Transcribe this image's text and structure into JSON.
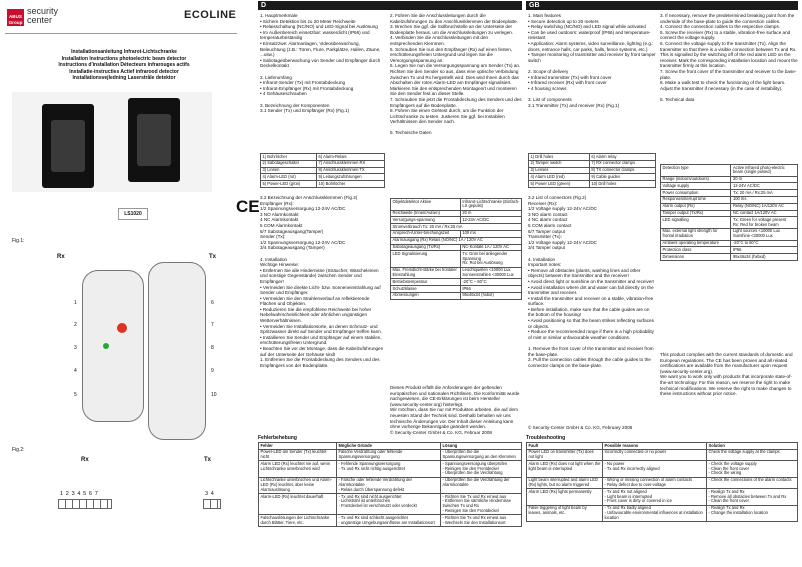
{
  "brand": {
    "logo_lines": "ABUS\nGroup",
    "name_top": "security",
    "name_bottom": "center",
    "ecoline": "ECOLINE"
  },
  "title_lines": "Installationsanleitung Infrarot-Lichtschranke\nInstallation Instructions photoelectric beam detector\nInstructions d'installation Détecteurs infrarouges actifs\nInstallatie-instructies Actief infrarood detector\nInstallationsvejledning Laserstråle detektor",
  "model": "LS1020",
  "ce": "CE",
  "fig1": {
    "label": "Fig.1:",
    "rx": "Rx",
    "tx": "Tx",
    "callouts": [
      "1",
      "2",
      "3",
      "4",
      "5",
      "6",
      "7",
      "8",
      "9",
      "10"
    ]
  },
  "fig2": {
    "label": "Fig.2:",
    "rx": "Rx",
    "tx": "Tx",
    "rx_terms": "1 2 3 4 5 6 7",
    "tx_terms": "3 4"
  },
  "de": {
    "lang": "D",
    "col1": "1. Hauptmerkmale\n• Sichere Detektion bis zu 20 Meter Reichweite\n• Relaisschaltung (NC/NO) und LED-Signal bei Auslösung\n• Im Außenbereich einsetzbar: wasserdicht (IP66) und temperaturbeständig\n• Einsatzzwe: Alarmanlagen, Videoüberwachung, Beleuchtung (z.B.: Türen, Flure, Parkplätze, Hallen, Zäune, ...usw.)\n• Sabotageüberwachung von Sender und Empfänger durch Deckelkontakt\n\n2. Lieferumfang\n• Infrarot-Sender (Tx) mit Frontabdeckung\n• Infrarot-Empfänger (Rx) mit Frontabdeckung\n• 4 Gehäuseschrauben\n\n3. Bezeichnung der Komponenten\n3.1 Sender (Tx) und Empfänger (Rx) (Fig.1)",
    "comp_rows": [
      [
        "1) Bohrlöcher",
        [
          "6) Alarm-Relais"
        ]
      ],
      [
        "2) Sabotageschalter",
        [
          "7) Anschlussklemmen RX"
        ]
      ],
      [
        "3) Linsen",
        [
          "8) Anschlussklemmen TX"
        ]
      ],
      [
        "4) Alarm-LED (rot)",
        [
          "9) Leitungszuführungen"
        ]
      ],
      [
        "5) Power-LED (grün)",
        [
          "10) Bohrlöcher"
        ]
      ]
    ],
    "col1b": "3.2 Bezeichnung der Anschlussklemmen (Fig.2)\nEmpfänger (Rx):\n1/2 Spannungsversorgung 12-24V AC/DC\n3 NO Alarmkontakt\n4 NC Alarmkontakt\n5 COM Alarmkontakt\n6/7 Sabotageausgang(Tamper)\nSender (Tx):\n1/2 Spannungsversorgung 12-24V AC/DC\n3/4 Sabotageausgang (Tamper)\n\n4. Installation\nWichtige Hinweise:\n• Entfernen Sie alle Hindernisse (Sträucher, Wäscheleinen und sonstige Gegenstände) zwischen Sender und Empfänger!\n• Vermeiden Sie direkte Licht- bzw. Sonneneinstrahlung auf Sender und Empfänger.\n• Vermeiden Sie den Strahlenverlauf an reflektierende Flächen und Objekten.\n• Reduzieren Sie die empfohlene Reichweite bei hoher Nebelwahrscheinlichkeit oder ähnlichen ungünstigen Wetterverhältnissen.\n• Vermeiden Sie Installationsorte, an denen Schmutz- und Spritzwasser direkt auf Sender und Empfänger treffen kann.\n• Installieren Sie Sender und Empfänger auf einem stabilen, erschütterungsfreien Untergrund.\n• Beachten Sie vor der Montage, dass die Kabelzuführungen auf der Unterseite der Gehäuse sind!\n1. Entfernen Sie die Frontabdeckung des Senders und des Empfängers von der Bodenplatte.",
    "col2": "2. Führen Sie die Anschlussleitungen durch die Kabelzuführungen zu den Anschlussklemmen der Bodenplatte.\n3. Brechen Sie ggf. die Sollbruchstelle an der Unterseite der Bodenplatte heraus, um die Anschlussleitungen zu verlegen.\n4. Verbinden Sie die Anschlussleitungen mit den entsprechenden Klemmen.\n5. Schrauben Sie nun den Empfänger (Rx) auf einen festen, erschütterungsfreien Untergrund und legen Sie die Versorgungsspannung an.\n6. Legen Sie nun die Versorgungsspannung am Sender (Tx) an. Richten Sie den Sender so aus, dass eine optische Verbindung zwischen Tx und Rx hergestellt wird. Dies wird Ihnen durch das Abschalten der roten Alarm-LED am Empfänger signalisiert. Markieren Sie den entsprechenden Montageort und montieren Sie den Sender fest an dieser Stelle.\n7. Schrauben Sie jetzt die Frontabdeckung des Senders und des Empfängers auf die Bodenplatte.\n8. Führen Sie einen Gehtest durch, um die Funktion der Lichtschranke zu testen. Justieren Sie ggf. bei Instabilen Verhältnissen den Sender nach.\n\n5. Technische Daten",
    "tech": [
      [
        "Objektdetektor Aktive",
        "Infrarot-Lichtschranke (Einfach-LS gepulst)"
      ],
      [
        "Reichweite (Innen/Außen)",
        "20 m"
      ],
      [
        "Versorgungs-spannung",
        "12-24V AC/DC"
      ],
      [
        "Stromverbrauch Tx: 20 mA / Rx:25 mA",
        ""
      ],
      [
        "Ansprech-/Unter-brechungszeit",
        "100 ms"
      ],
      [
        "Alarmausgang (Rx) Relais (NO/NC) 1A / 120V AC",
        ""
      ],
      [
        "Sabotageausgang (Tx/Rx)",
        "NC-Kontakt 1A / 120V AC"
      ],
      [
        "LED Signalisierung",
        "Tx: Grün bei anliegender Spannung\nRx: Rot bei Auslösung"
      ],
      [
        "Max. Fremdlicht-stärke bei frontaler Einstrahlung",
        "Leuchtquellen <10000 Lux\nSonnenstrahlen <30000 Lux"
      ],
      [
        "Betriebstemperatur",
        "-20°C – 60°C"
      ],
      [
        "Schutzklasse",
        "IP66"
      ],
      [
        "Abmessungen",
        "95x46x34 (hxbxt)"
      ]
    ],
    "col2b": "Dieses Produkt erfüllt die Anforderungen der geltenden europäischen und nationalen Richtlinien. Die Konformität wurde nachgewiesen, die CE-Erklärungen ist beim Hersteller (www.security-center.org) hinterlegt.\nWir möchten, dass Sie nur mit Produkten arbeiten, die auf dem neuesten Stand der Technik sind. Deshalb behalten wir uns technische Änderungen vor. Der Inhalt dieser Anleitung kann ohne vorherige Bekanntgabe geändert werden.\n© Security-Center GmbH & Co. KG, Februar 2008",
    "fault_title": "Fehlerbehebung",
    "fault_head": [
      "Fehler",
      "Mögliche Gründe",
      "Lösung"
    ],
    "faults": [
      [
        "Power-LED am Sender (Tx) leuchtet nicht",
        "Falsche Verdrahtung oder fehlende Spannungsversorgung",
        "- Überprüfen Sie die Spannungsversorgung an den Klemmen"
      ],
      [
        "Alarm LED (Rx) leuchtet nie auf, wenn Lichtschranke unterbrochen wird",
        "- Fehlende Spannungsversorgung\n- Tx und Rx nicht richtig ausgerichtet",
        "- Spannungsversorgung überprüfen\n- Reinigen Sie den Frontdeckel\n- Überprüfen Sie die Verdrahtung"
      ],
      [
        "Lichtschranke unterbrochen und Alarm-LED (Rx) leuchtet, aber keine Alarmauslösung",
        "- Falsche oder fehlende Verdrahtung der Alarmkontakte\n- Relais durch Überspannung defekt",
        "- Überprüfen Sie die Verdrahtung der Alarmkontakte"
      ],
      [
        "Alarm-LED (Rx) leuchtet dauerhaft",
        "- Tx und Rx sind nicht ausgerichtet\n- Lichtstrahl ist unterbrochen\n- Frontdeckel ist verschmutzt oder verdeckt",
        "- Richten Sie Tx und Rx erneut aus\n- Entfernen Sie sämtliche Hindernisse zwischen Tx und Rx\n- Reinigen Sie den Frontdeckel"
      ],
      [
        "Falschauslösungen der Lichtschranke durch Blätter, Tiere, etc.",
        "- Tx und Rx sind schlecht ausgerichtet\n- ungünstige Umgebungseinflüsse am Installationsort",
        "- Richten Sie Tx und Rx erneut aus\n- Wechseln Sie den Installationsort"
      ]
    ]
  },
  "gb": {
    "lang": "GB",
    "col1": "1. Main features\n• Secure detection up to 20 meters\n• Relay switching (NC/NO) and LED signal while activated\n• Can be used outdoors: waterproof (IP66) and temperature-resistant\n• Application: Alarm systems, video surveillance, lighting (e.g.: doors, entrance halls, car parks, halls, fence systems, etc.)\n• Tamper monitoring of transmitter and receiver by front tamper switch\n\n2. Scope of delivery\n• Infrared transmitter (Tx) with front cover\n• Infrared receiver (Rx) with front cover\n• 4 housing screws\n\n3. List of components\n3.1 Transmitter (Tx) and receiver (Rx) (Fig.1)",
    "comp_rows": [
      [
        "1) Drill holes",
        [
          "6) Alarm relay"
        ]
      ],
      [
        "2) Tamper switch",
        [
          "7) RX connector clamps"
        ]
      ],
      [
        "3) Lenses",
        [
          "8) TX connector clamps"
        ]
      ],
      [
        "4) Alarm LED (red)",
        [
          "9) Cable guides"
        ]
      ],
      [
        "5) Power LED (green)",
        [
          "10) Drill holes"
        ]
      ]
    ],
    "col1b": "3.2 List of connectors (Fig.2)\nReceiver (Rx):\n1/2 Voltage supply 12-24V AC/DC\n3 NO alarm contact\n4 NC alarm contact\n5 COM alarm contact\n6/7 Tamper output\nTransmitter (Tx):\n1/2 Voltage supply 12-24V AC/DC\n3/4 Tamper output\n\n4. Installation\nImportant notes:\n• Remove all obstacles (plants, washing lines and other objects) between the transmitter and the receiver!\n• Avoid direct light or sunshine on the transmitter and receiver!\n• Avoid installation where dirt and water can fall directly on the transmitter and receiver.\n• Install the transmitter and receiver on a stable, vibration-free surface.\n• Before installation, make sure that the cable guides are on the bottom of the housing!\n• Avoid positioning so that the beam strikes reflecting surfaces or objects.\n• Reduce the recommended range if there is a high probability of mist or similar unfavourable weather conditions.\n\n1. Remove the front cover of the transmitter and receiver from the base-plate.\n2. Pull the connection cables through the cable guides to the connector clamps on the base-plate.",
    "col2": "3. If necessary, remove the predetermined breaking point from the underside of the base-plate to guide the connection cables.\n4. Connect the connection cables to the respective clamps.\n5. Screw the receiver (Rx) to a stable, vibration-free surface and connect the voltage supply.\n6. Connect the voltage supply to the transmitter (Tx). Align the transmitter so that there is a visible connection between Tx and Rx. This is signalled by the switching off of the red alarm LED on the receiver. Mark the corresponding installation location and mount the transmitter firmly at this location.\n7. Screw the front cover of the transmitter and receiver to the base-plate.\n8. Make a walk test to check the functioning of the light beam. Adjust the transmitter if necessary (in the case of instability).\n\n5. Technical data",
    "tech": [
      [
        "Detection type",
        "Active infrared photo-electric beam (single pulsed)"
      ],
      [
        "Range (indoors/outdoors)",
        "20 m"
      ],
      [
        "Voltage supply",
        "12-24V AC/DC"
      ],
      [
        "Power consumption",
        "Tx: 20 mA / Rx:25 mA"
      ],
      [
        "Response/interrupt time",
        "100 ms"
      ],
      [
        "Alarm output (Rx)",
        "Relay (NO/NC) 1A/120V AC"
      ],
      [
        "Tamper output (Tx/Rx)",
        "NC contact 1A/120V AC"
      ],
      [
        "LED signalling",
        "Tx: Green for voltage present\nRx: Red for broken beam"
      ],
      [
        "Max. external light strength for frontal irradiation",
        "Light sources <10000 Lux\nSunshine <30000 Lux"
      ],
      [
        "Ambient operating temperature",
        "-20°C to 60°C"
      ],
      [
        "Protection class",
        "IP66"
      ],
      [
        "Dimensions",
        "95x46x34 (hxbxd)"
      ]
    ],
    "col2b": "This product complies with the current standards of domestic and European regulations. The CE has been proven and all related certifications are available from the manufacturer upon request (www.security-center.org).\nWe want you to work only with products that incorporate state-of-the-art technology. For this reason, we reserve the right to make technical modifications. We reserve the right to make changes to these instructions without prior notice.",
    "copyright": "© Security-Center GmbH & Co. KG, February 2008",
    "fault_title": "Troubleshooting",
    "fault_head": [
      "Fault",
      "Possible reasons",
      "Solution"
    ],
    "faults": [
      [
        "Power LED on transmitter (Tx) does not light",
        "Incorrectly connected or no power",
        "Check the voltage supply at the clamps"
      ],
      [
        "Alarm LED (Rx) does not light when the light beam is interrupted",
        "- No power\n- Tx and Rx incorrectly aligned",
        "- Check the voltage supply\n- Clean the front cover\n- Check the wiring"
      ],
      [
        "Light beam interrupted and alarm LED (Rx) lights, but no alarm triggered",
        "- Wrong or missing connection of alarm contacts\n- Relay defect due to over-voltage",
        "- Check the connections of the alarm contacts"
      ],
      [
        "Alarm LED (Rx) lights permanently",
        "- Tx and Rx not aligned\n- Light beam is interrupted\n- Front cover is dirty or covered in ice",
        "- Realign Tx and Rx\n- Remove all obstacles between Tx and Rx\n- Clean the front cover"
      ],
      [
        "False triggering of light beam by leaves, animals, etc.",
        "- Tx and Rx badly aligned\n- Unfavourable environmental influences at installation location",
        "- Realign Tx and Rx\n- Change the installation location"
      ]
    ]
  }
}
